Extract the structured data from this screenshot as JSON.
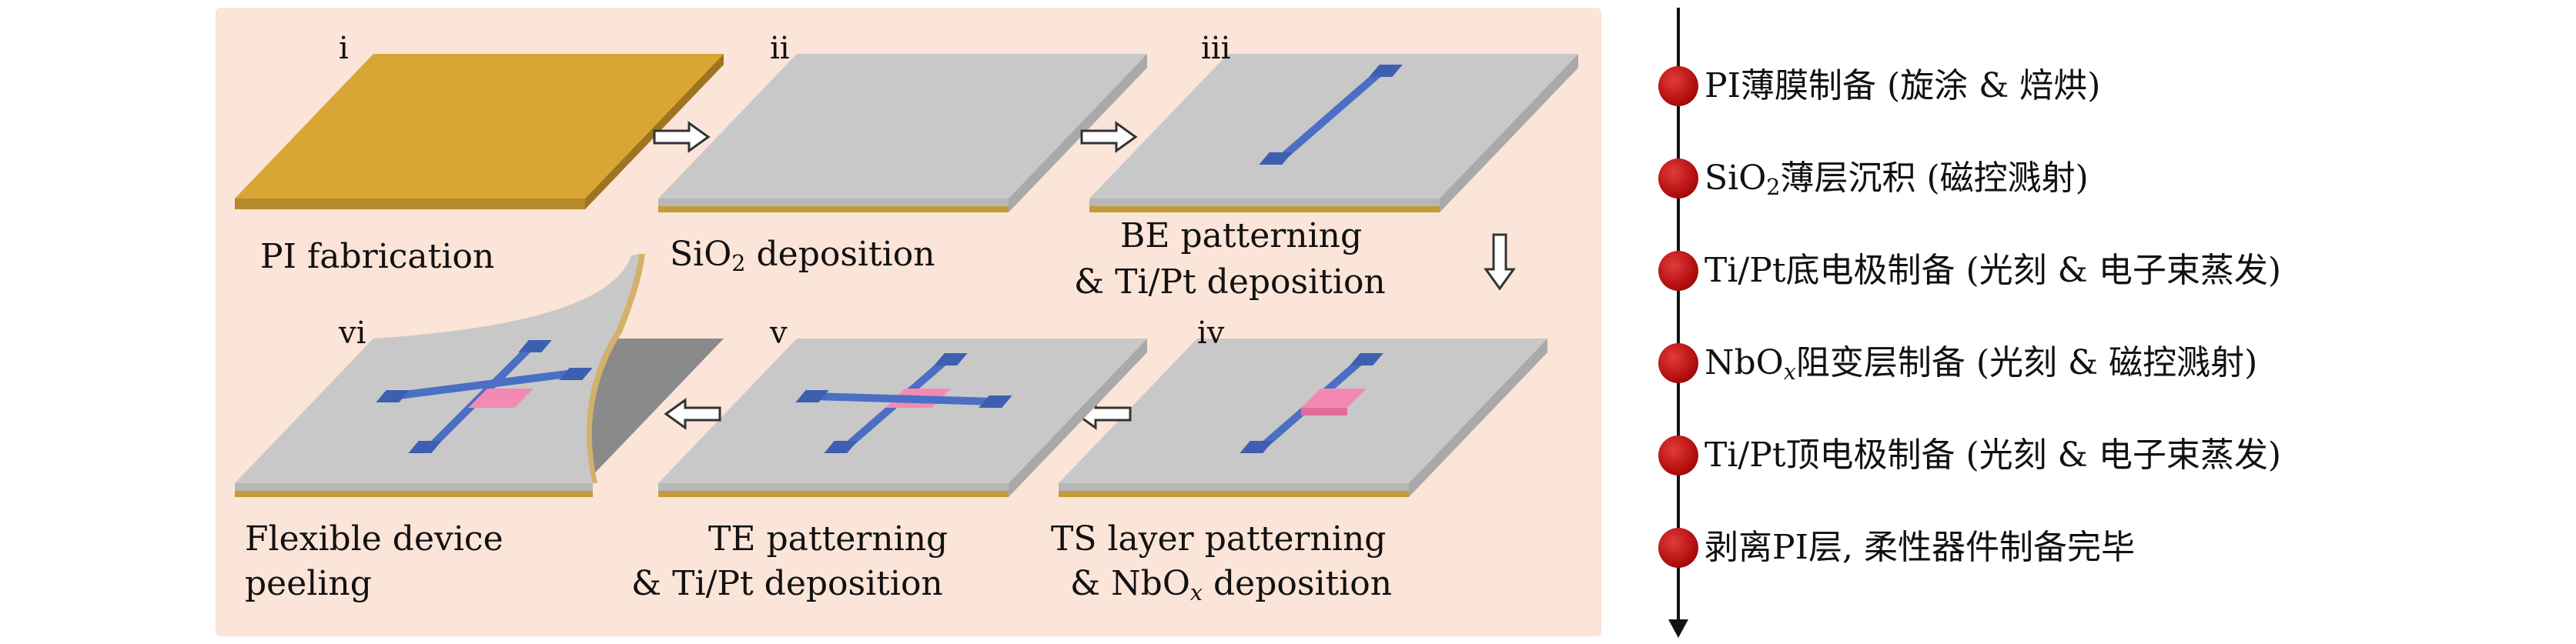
{
  "panel": {
    "stages": [
      {
        "num": "i",
        "caption": "PI fabrication"
      },
      {
        "num": "ii",
        "caption_main": "SiO",
        "caption_sub": "2",
        "caption_tail": " deposition"
      },
      {
        "num": "iii",
        "caption_line1": "BE patterning",
        "caption_line2": "& Ti/Pt deposition"
      },
      {
        "num": "iv",
        "caption_line1": "TS layer patterning",
        "caption_line2_main": "& NbO",
        "caption_line2_sub": "x",
        "caption_line2_tail": " deposition"
      },
      {
        "num": "v",
        "caption_line1": "TE patterning",
        "caption_line2": "& Ti/Pt deposition"
      },
      {
        "num": "vi",
        "caption_line1": "Flexible device",
        "caption_line2": "peeling"
      }
    ]
  },
  "timeline": {
    "steps": [
      {
        "main": "PI薄膜制备 (旋涂 & 焙烘)"
      },
      {
        "pre": "SiO",
        "sub": "2",
        "post": "薄层沉积 (磁控溅射)"
      },
      {
        "main": "Ti/Pt底电极制备 (光刻 & 电子束蒸发)"
      },
      {
        "pre": "NbO",
        "sub": "x",
        "post": "阻变层制备 (光刻 & 磁控溅射)"
      },
      {
        "main": "Ti/Pt顶电极制备 (光刻 & 电子束蒸发)"
      },
      {
        "main": "剥离PI层, 柔性器件制备完毕"
      }
    ]
  },
  "colors": {
    "panel_bg": "#fbe4d8",
    "pi_film": "#d9a635",
    "sio2": "#c8c8c8",
    "electrode": "#4a6fc4",
    "ts_layer": "#f28ab4",
    "timeline_dot": "#c01515"
  }
}
